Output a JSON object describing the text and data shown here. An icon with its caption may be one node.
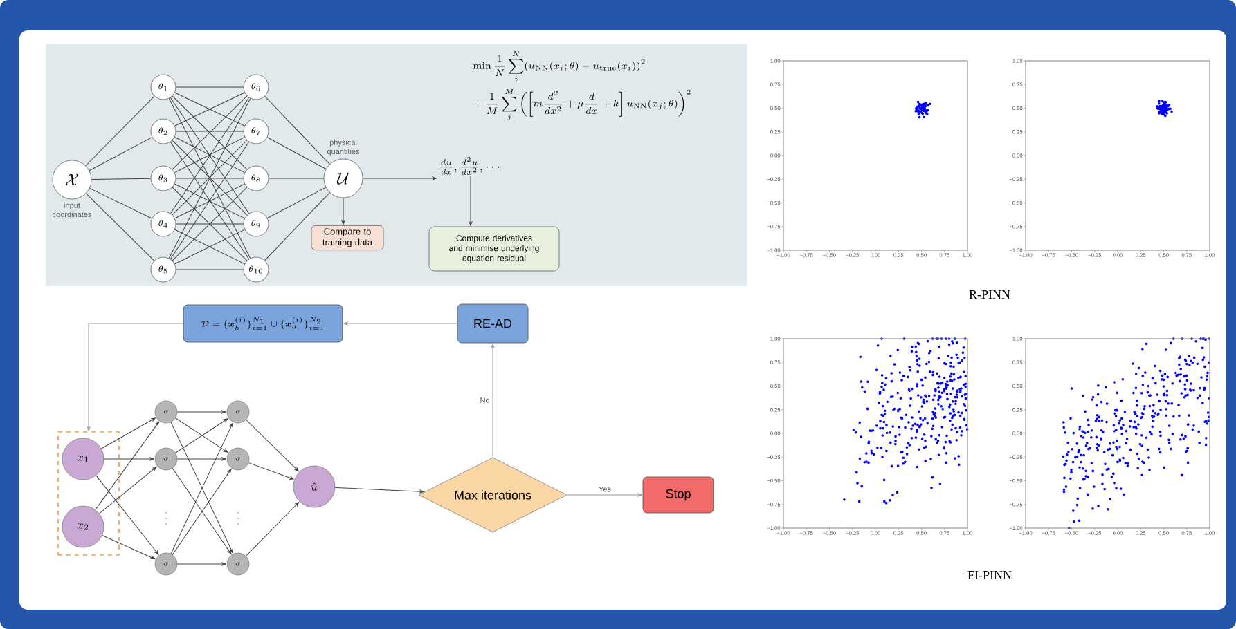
{
  "diagram": {
    "nodes": [
      {
        "text": [
          "\\mathcal{X}"
        ],
        "beside": [
          "input coordinates"
        ]
      },
      {
        "text": [
          "\\theta_1"
        ]
      },
      {
        "text": [
          "\\theta_2"
        ]
      },
      {
        "text": [
          "\\theta_3"
        ]
      },
      {
        "text": [
          "\\theta_4"
        ]
      },
      {
        "text": [
          "\\theta_5"
        ]
      },
      {
        "text": [
          "\\theta_6"
        ]
      },
      {
        "text": [
          "\\theta_7"
        ]
      },
      {
        "text": [
          "\\theta_8"
        ]
      },
      {
        "text": [
          "\\theta_9"
        ]
      },
      {
        "text": [
          "\\theta_{10}"
        ]
      },
      {
        "text": [
          "\\mathcal{U}"
        ],
        "beside": [
          "physical quantities"
        ]
      },
      {
        "text": [
          "Compare to training data"
        ]
      },
      {
        "text": [
          "\\frac{du}{dx},\\frac{d^2u}{dx^2},\\cdots"
        ]
      },
      {
        "text": [
          "Compute derivatives and minimise underlying equation residual"
        ]
      },
      {
        "text": [
          "\\mathcal{D}=\\{\\boldsymbol{x}_b^{(i)}\\}_{i=1}^{N_1}\\cup\\{\\boldsymbol{x}_a^{(i)}\\}_{i=1}^{N_2}"
        ]
      },
      {
        "text": [
          "RE-AD"
        ]
      },
      {
        "text": [],
        "shape": "box"
      },
      {
        "text": [
          "x_1"
        ],
        "in": 17
      },
      {
        "text": [
          "x_2"
        ],
        "in": 17
      },
      {
        "text": [
          "\\sigma"
        ]
      },
      {
        "text": [
          "\\sigma"
        ]
      },
      {
        "text": [
          "\\sigma"
        ]
      },
      {
        "text": [
          "\\sigma"
        ]
      },
      {
        "text": [
          "\\sigma"
        ]
      },
      {
        "text": [
          "\\sigma"
        ]
      },
      {
        "text": [
          "\\hat{u}"
        ]
      },
      {
        "text": [
          "Max iterations"
        ]
      },
      {
        "text": [
          "Stop"
        ]
      }
    ],
    "edges": [
      {
        "from": 0,
        "to": 1,
        "arrow": "none"
      },
      {
        "from": 0,
        "to": 2,
        "arrow": "none"
      },
      {
        "from": 0,
        "to": 3,
        "arrow": "none"
      },
      {
        "from": 0,
        "to": 4,
        "arrow": "none"
      },
      {
        "from": 0,
        "to": 5,
        "arrow": "none"
      },
      {
        "from": 1,
        "to": 6,
        "arrow": "none"
      },
      {
        "from": 1,
        "to": 7,
        "arrow": "none"
      },
      {
        "from": 1,
        "to": 8,
        "arrow": "none"
      },
      {
        "from": 1,
        "to": 9,
        "arrow": "none"
      },
      {
        "from": 1,
        "to": 10,
        "arrow": "none"
      },
      {
        "from": 2,
        "to": 6,
        "arrow": "none"
      },
      {
        "from": 2,
        "to": 7,
        "arrow": "none"
      },
      {
        "from": 2,
        "to": 8,
        "arrow": "none"
      },
      {
        "from": 2,
        "to": 9,
        "arrow": "none"
      },
      {
        "from": 2,
        "to": 10,
        "arrow": "none"
      },
      {
        "from": 3,
        "to": 6,
        "arrow": "none"
      },
      {
        "from": 3,
        "to": 7,
        "arrow": "none"
      },
      {
        "from": 3,
        "to": 8,
        "arrow": "none"
      },
      {
        "from": 3,
        "to": 9,
        "arrow": "none"
      },
      {
        "from": 3,
        "to": 10,
        "arrow": "none"
      },
      {
        "from": 4,
        "to": 6,
        "arrow": "none"
      },
      {
        "from": 4,
        "to": 7,
        "arrow": "none"
      },
      {
        "from": 4,
        "to": 8,
        "arrow": "none"
      },
      {
        "from": 4,
        "to": 9,
        "arrow": "none"
      },
      {
        "from": 4,
        "to": 10,
        "arrow": "none"
      },
      {
        "from": 5,
        "to": 6,
        "arrow": "none"
      },
      {
        "from": 5,
        "to": 7,
        "arrow": "none"
      },
      {
        "from": 5,
        "to": 8,
        "arrow": "none"
      },
      {
        "from": 5,
        "to": 9,
        "arrow": "none"
      },
      {
        "from": 5,
        "to": 10,
        "arrow": "none"
      },
      {
        "from": 6,
        "to": 11,
        "arrow": "none"
      },
      {
        "from": 7,
        "to": 11,
        "arrow": "none"
      },
      {
        "from": 8,
        "to": 11,
        "arrow": "none"
      },
      {
        "from": 9,
        "to": 11,
        "arrow": "none"
      },
      {
        "from": 10,
        "to": 11,
        "arrow": "none"
      },
      {
        "from": 11,
        "to": 13,
        "arrow": "to"
      },
      {
        "from": 11,
        "to": 12,
        "arrow": "to"
      },
      {
        "from": 13,
        "to": 14,
        "arrow": "to"
      },
      {
        "from": 18,
        "to": 20,
        "arrow": "to"
      },
      {
        "from": 18,
        "to": 21,
        "arrow": "to"
      },
      {
        "from": 18,
        "to": 22,
        "arrow": "to"
      },
      {
        "from": 19,
        "to": 20,
        "arrow": "to"
      },
      {
        "from": 19,
        "to": 21,
        "arrow": "to"
      },
      {
        "from": 19,
        "to": 22,
        "arrow": "to"
      },
      {
        "from": 20,
        "to": 23,
        "arrow": "to"
      },
      {
        "from": 20,
        "to": 24,
        "arrow": "to"
      },
      {
        "from": 20,
        "to": 25,
        "arrow": "to"
      },
      {
        "from": 21,
        "to": 23,
        "arrow": "to"
      },
      {
        "from": 21,
        "to": 24,
        "arrow": "to"
      },
      {
        "from": 21,
        "to": 25,
        "arrow": "to"
      },
      {
        "from": 22,
        "to": 23,
        "arrow": "to"
      },
      {
        "from": 22,
        "to": 24,
        "arrow": "to"
      },
      {
        "from": 22,
        "to": 25,
        "arrow": "to"
      },
      {
        "from": 23,
        "to": 26,
        "arrow": "to"
      },
      {
        "from": 24,
        "to": 26,
        "arrow": "to"
      },
      {
        "from": 25,
        "to": 26,
        "arrow": "to"
      },
      {
        "from": 26,
        "to": 27,
        "arrow": "to"
      },
      {
        "from": 27,
        "to": 16,
        "arrow": "to",
        "label": "No",
        "color": "#999999"
      },
      {
        "from": 27,
        "to": 28,
        "arrow": "to",
        "label": "Yes",
        "color": "#999999"
      },
      {
        "from": 16,
        "to": 15,
        "arrow": "to",
        "color": "#999999"
      },
      {
        "from": 15,
        "to": 17,
        "arrow": "to",
        "color": "#999999"
      }
    ],
    "labels": [
      "\\begin{aligned}&\\min\\frac{1}{N}\\sum_{i}^{N}(u_{\\mathrm{NN}}(x_i;\\theta)-u_{\\mathrm{true}}(x_i))^2\\\\&+\\frac{1}{M}\\sum_{j}^{M}\\left(\\left[m\\frac{d^2}{dx^2}+\\mu\\frac{d}{dx}+k\\right]u_{\\mathrm{NN}}(x_j;\\theta)\\right)^2\\end{aligned}",
      "\\vdots",
      "\\vdots",
      "1.00",
      "0.75",
      "0.50",
      "0.25",
      "0.00",
      "−0.25",
      "−0.50",
      "−0.75",
      "−1.00",
      "−1.00",
      "−0.75",
      "−0.50",
      "−0.25",
      "0.00",
      "0.25",
      "0.50",
      "0.75",
      "1.00",
      "1.00",
      "0.75",
      "0.50",
      "0.25",
      "0.00",
      "−0.25",
      "−0.50",
      "−0.75",
      "−1.00",
      "−1.00",
      "−0.75",
      "−0.50",
      "−0.25",
      "0.00",
      "0.25",
      "0.50",
      "0.75",
      "1.00",
      "R-PINN",
      "1.00",
      "0.75",
      "0.50",
      "0.25",
      "0.00",
      "−0.25",
      "−0.50",
      "−0.75",
      "−1.00",
      "−1.00",
      "−0.75",
      "−0.50",
      "−0.25",
      "0.00",
      "0.25",
      "0.50",
      "0.75",
      "1.00",
      "1.00",
      "0.75",
      "0.50",
      "0.25",
      "0.00",
      "−0.25",
      "−0.50",
      "−0.75",
      "−1.00",
      "−1.00",
      "−0.75",
      "−0.50",
      "−0.25",
      "0.00",
      "0.25",
      "0.50",
      "0.75",
      "1.00",
      "FI-PINN"
    ]
  }
}
